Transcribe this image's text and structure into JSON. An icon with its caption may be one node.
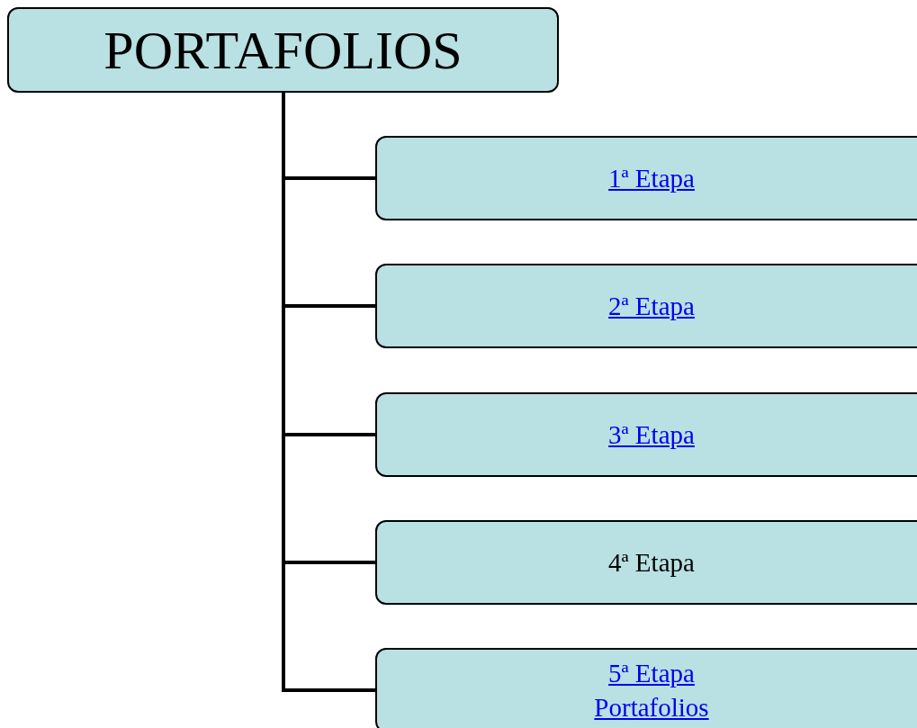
{
  "diagram": {
    "nodes": [
      {
        "text": [
          "PORTAFOLIOS"
        ]
      },
      {
        "text": [
          "1ª Etapa"
        ]
      },
      {
        "text": [
          "2ª Etapa"
        ]
      },
      {
        "text": [
          "3ª Etapa"
        ]
      },
      {
        "text": [
          "4ª Etapa"
        ]
      },
      {
        "text": [
          "5ª Etapa",
          "Portafolios"
        ]
      }
    ],
    "edges": [
      {
        "from": 0,
        "to": 1,
        "arrow": "none"
      },
      {
        "from": 0,
        "to": 2,
        "arrow": "none"
      },
      {
        "from": 0,
        "to": 3,
        "arrow": "none"
      },
      {
        "from": 0,
        "to": 4,
        "arrow": "none"
      },
      {
        "from": 0,
        "to": 5,
        "arrow": "none"
      }
    ]
  }
}
